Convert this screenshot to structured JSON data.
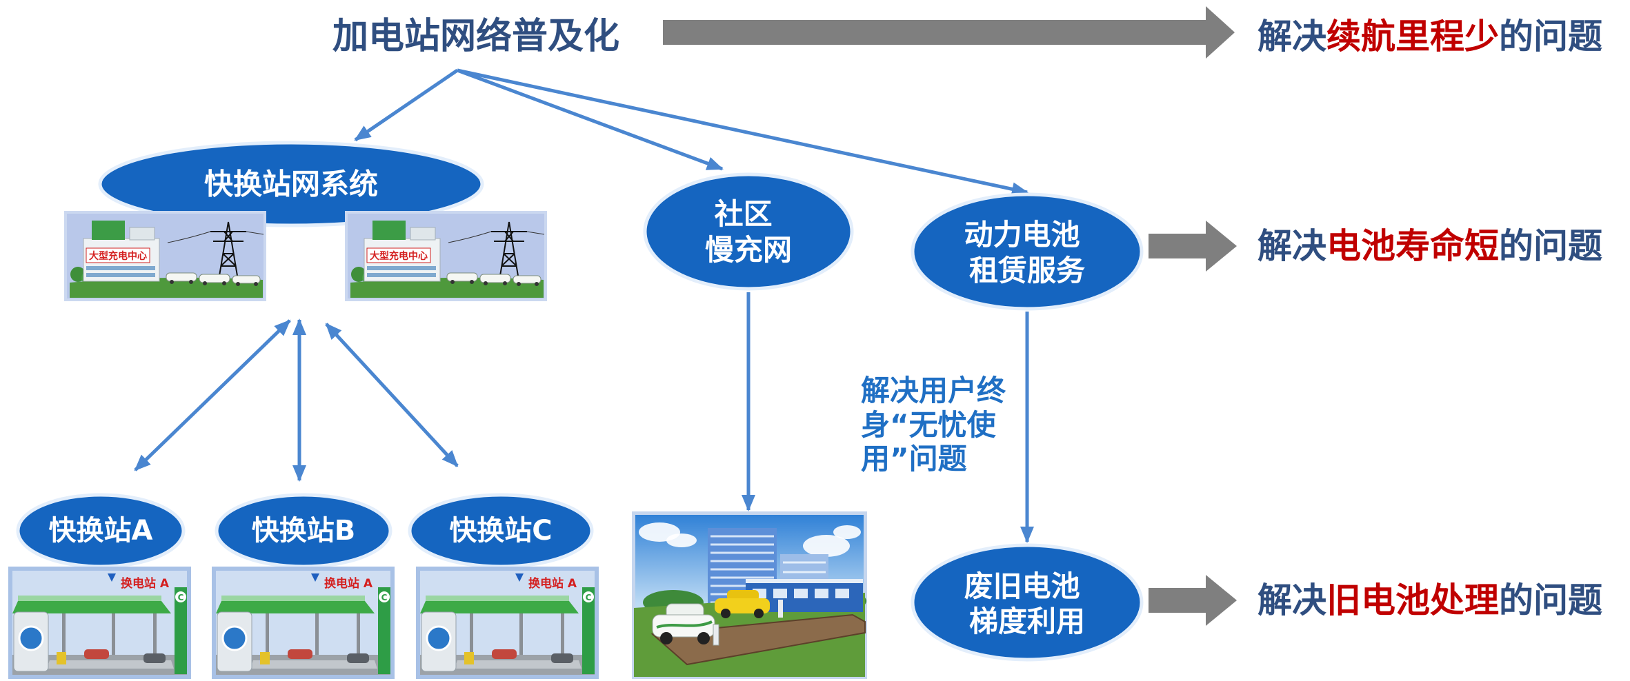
{
  "title": "加电站网络普及化",
  "outcomes": [
    {
      "prefix": "解决",
      "highlight": "续航里程少",
      "suffix": "的问题"
    },
    {
      "prefix": "解决",
      "highlight": "电池寿命短",
      "suffix": "的问题"
    },
    {
      "prefix": "解决",
      "highlight": "旧电池处理",
      "suffix": "的问题"
    }
  ],
  "nodes": {
    "swap_network": "快换站网系统",
    "community": [
      "社区",
      "慢充网"
    ],
    "battery_lease": [
      "动力电池",
      "租赁服务"
    ],
    "battery_reuse": [
      "废旧电池",
      "梯度利用"
    ],
    "stations": [
      "快换站A",
      "快换站B",
      "快换站C"
    ]
  },
  "lease_note": [
    "解决用户终",
    "身“无忧使",
    "用”问题"
  ],
  "illustrations": {
    "charging_center_sign": "大型充电中心",
    "swap_station_sign": "换电站 A",
    "swap_station_badge": "C"
  },
  "colors": {
    "title": "#2f4e80",
    "highlight": "#c00000",
    "node_fill": "#1565c0",
    "connector": "#4a86d0",
    "outcome_arrow": "#7f7f7f",
    "note": "#1f6fc4"
  }
}
